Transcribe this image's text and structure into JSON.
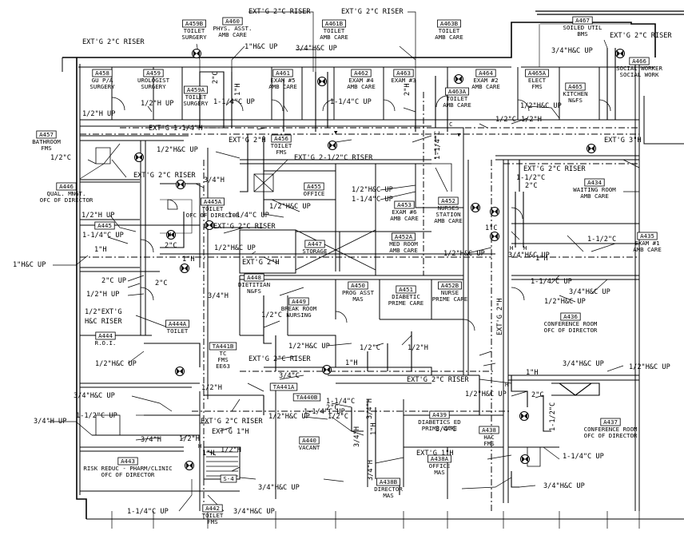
{
  "rooms": [
    {
      "id": "room-a458",
      "tag": "A458",
      "l1": "GU P/A",
      "l2": "SURGERY"
    },
    {
      "id": "room-a459",
      "tag": "A459",
      "l1": "UROLOGIST",
      "l2": "SURGERY"
    },
    {
      "id": "room-a459a",
      "tag": "A459A",
      "l1": "TOILET",
      "l2": "SURGERY"
    },
    {
      "id": "room-a459b",
      "tag": "A459B",
      "l1": "TOILET",
      "l2": "SURGERY"
    },
    {
      "id": "room-a460",
      "tag": "A460",
      "l1": "PHYS. ASST.",
      "l2": "AMB CARE"
    },
    {
      "id": "room-a461",
      "tag": "A461",
      "l1": "EXAM #5",
      "l2": "AMB CARE"
    },
    {
      "id": "room-a461b",
      "tag": "A461B",
      "l1": "TOILET",
      "l2": "AMB CARE"
    },
    {
      "id": "room-a462",
      "tag": "A462",
      "l1": "EXAM #4",
      "l2": "AMB CARE"
    },
    {
      "id": "room-a463",
      "tag": "A463",
      "l1": "EXAM #3",
      "l2": ""
    },
    {
      "id": "room-a463a",
      "tag": "A463A",
      "l1": "TOILET",
      "l2": "AMB CARE"
    },
    {
      "id": "room-a463b",
      "tag": "A463B",
      "l1": "TOILET",
      "l2": "AMB CARE"
    },
    {
      "id": "room-a464",
      "tag": "A464",
      "l1": "EXAM #2",
      "l2": "AMB CARE"
    },
    {
      "id": "room-a465a",
      "tag": "A465A",
      "l1": "ELECT",
      "l2": "FMS"
    },
    {
      "id": "room-a465",
      "tag": "A465",
      "l1": "KITCHEN",
      "l2": "N&FS"
    },
    {
      "id": "room-a466",
      "tag": "A466",
      "l1": "SOCIAL WORKER",
      "l2": "SOCIAL WORK"
    },
    {
      "id": "room-a467",
      "tag": "A467",
      "l1": "SOILED UTIL",
      "l2": "BMS"
    },
    {
      "id": "room-a457",
      "tag": "A457",
      "l1": "BATHROOM",
      "l2": "FMS"
    },
    {
      "id": "room-a456",
      "tag": "A456",
      "l1": "TOILET",
      "l2": "FMS"
    },
    {
      "id": "room-a455",
      "tag": "A455",
      "l1": "OFFICE",
      "l2": ""
    },
    {
      "id": "room-a446",
      "tag": "A446",
      "l1": "QUAL. MNGT.",
      "l2": "OFC OF DIRECTOR"
    },
    {
      "id": "room-a445a",
      "tag": "A445A",
      "l1": "TOILET",
      "l2": "OFC OF DIRECTOR"
    },
    {
      "id": "room-a445",
      "tag": "A445",
      "l1": "",
      "l2": ""
    },
    {
      "id": "room-a447",
      "tag": "A447",
      "l1": "STORAGE",
      "l2": ""
    },
    {
      "id": "room-a453",
      "tag": "A453",
      "l1": "EXAM #6",
      "l2": "AMB CARE"
    },
    {
      "id": "room-a452",
      "tag": "A452",
      "l1": "NURSES",
      "l2": "STATION",
      "l3": "AMB CARE"
    },
    {
      "id": "room-a452a",
      "tag": "A452A",
      "l1": "MED ROOM",
      "l2": "AMB CARE"
    },
    {
      "id": "room-a434",
      "tag": "A434",
      "l1": "WAITING ROOM",
      "l2": "AMB CARE"
    },
    {
      "id": "room-a435",
      "tag": "A435",
      "l1": "EXAM #1",
      "l2": "AMB CARE"
    },
    {
      "id": "room-a448",
      "tag": "A448",
      "l1": "DIETITIAN",
      "l2": "N&FS"
    },
    {
      "id": "room-a449",
      "tag": "A449",
      "l1": "BREAK ROOM",
      "l2": "NURSING"
    },
    {
      "id": "room-a450",
      "tag": "A450",
      "l1": "PROG ASST",
      "l2": "MAS"
    },
    {
      "id": "room-a451",
      "tag": "A451",
      "l1": "DIABETIC",
      "l2": "PRIME CARE"
    },
    {
      "id": "room-a452b",
      "tag": "A452B",
      "l1": "NURSE",
      "l2": "PRIME CARE"
    },
    {
      "id": "room-a444",
      "tag": "A444",
      "l1": "R.O.I.",
      "l2": ""
    },
    {
      "id": "room-a444a",
      "tag": "A444A",
      "l1": "TOILET",
      "l2": ""
    },
    {
      "id": "room-ta441b",
      "tag": "TA441B",
      "l1": "TC",
      "l2": "FMS",
      "l3": "EE63"
    },
    {
      "id": "room-ta441a",
      "tag": "TA441A",
      "l1": "",
      "l2": ""
    },
    {
      "id": "room-ta440b",
      "tag": "TA440B",
      "l1": "",
      "l2": ""
    },
    {
      "id": "room-a436",
      "tag": "A436",
      "l1": "CONFERENCE ROOM",
      "l2": "OFC OF DIRECTOR"
    },
    {
      "id": "room-a439",
      "tag": "A439",
      "l1": "DIABETICS ED",
      "l2": "PRIME CARE"
    },
    {
      "id": "room-a440",
      "tag": "A440",
      "l1": "VACANT",
      "l2": ""
    },
    {
      "id": "room-a438",
      "tag": "A438",
      "l1": "HAC",
      "l2": "FMS"
    },
    {
      "id": "room-a438a",
      "tag": "A438A",
      "l1": "OFFICE",
      "l2": "MAS"
    },
    {
      "id": "room-a438b",
      "tag": "A438B",
      "l1": "DIRECTOR",
      "l2": "MAS"
    },
    {
      "id": "room-a437",
      "tag": "A437",
      "l1": "CONFERENCE ROOM",
      "l2": "OFC OF DIRECTOR"
    },
    {
      "id": "room-a443",
      "tag": "A443",
      "l1": "RISK REDUC - PHARM/CLINIC",
      "l2": "OFC OF DIRECTOR"
    },
    {
      "id": "room-a442",
      "tag": "A442",
      "l1": "TOILET",
      "l2": "FMS"
    },
    {
      "id": "room-s4",
      "tag": "S-4",
      "l1": "",
      "l2": ""
    }
  ],
  "annotations": [
    {
      "id": "a1",
      "text": "EXT'G 2\"C RISER"
    },
    {
      "id": "a2",
      "text": "EXT'G 2\"C RISER"
    },
    {
      "id": "a3",
      "text": "EXT'G 2\"C RISER"
    },
    {
      "id": "a4",
      "text": "EXT'G 2\"C RISER"
    },
    {
      "id": "a5",
      "text": "1\"H&C UP"
    },
    {
      "id": "a6",
      "text": "3/4\"H&C UP"
    },
    {
      "id": "a7",
      "text": "3/4\"H&C UP"
    },
    {
      "id": "a8",
      "text": "2\"C"
    },
    {
      "id": "a9",
      "text": "1-1/4\"C UP"
    },
    {
      "id": "a10",
      "text": "1-1/4\"C UP"
    },
    {
      "id": "a11",
      "text": "1/2\"H UP"
    },
    {
      "id": "a12",
      "text": "EXT'G 1-1/4\"H"
    },
    {
      "id": "a13",
      "text": "1\"H"
    },
    {
      "id": "a14",
      "text": "1/2\"H UP"
    },
    {
      "id": "a15",
      "text": "EXT'G 2\"H"
    },
    {
      "id": "a16",
      "text": "1/2\"C"
    },
    {
      "id": "a17",
      "text": "1/2\"H"
    },
    {
      "id": "a18",
      "text": "1/2\"H&C UP"
    },
    {
      "id": "a19",
      "text": "EXT'G 3\"H"
    },
    {
      "id": "a20",
      "text": "2\"H"
    },
    {
      "id": "a21",
      "text": "1/2\"H&C UP"
    },
    {
      "id": "a22",
      "text": "1/2\"H&C UP"
    },
    {
      "id": "a23",
      "text": "1/2\"C"
    },
    {
      "id": "a24",
      "text": "EXT'G 2\"C RISER"
    },
    {
      "id": "a25",
      "text": "EXT'G 2-1/2\"C RISER"
    },
    {
      "id": "a26",
      "text": "EXT'G 2\"C RISER"
    },
    {
      "id": "a27",
      "text": "3/4\"H"
    },
    {
      "id": "a28",
      "text": "1/2\"H&C UP"
    },
    {
      "id": "a29",
      "text": "1-1/4\"C UP"
    },
    {
      "id": "a30",
      "text": "1/2\"H&C UP"
    },
    {
      "id": "a31",
      "text": "1-1/4\"C UP"
    },
    {
      "id": "a32",
      "text": "1/2\"H UP"
    },
    {
      "id": "a33",
      "text": "1-1/4\"C UP"
    },
    {
      "id": "a34",
      "text": "EXT'G 2\"C RISER"
    },
    {
      "id": "a35",
      "text": "2\"C"
    },
    {
      "id": "a36",
      "text": "1/2\"H&C UP"
    },
    {
      "id": "a37",
      "text": "1\"H"
    },
    {
      "id": "a38",
      "text": "EXT'G 2\"H"
    },
    {
      "id": "a39",
      "text": "1\"H&C UP"
    },
    {
      "id": "a40",
      "text": "1\"H"
    },
    {
      "id": "a41",
      "text": "2\"C UP"
    },
    {
      "id": "a42",
      "text": "2\"C"
    },
    {
      "id": "a43",
      "text": "1/2\"H UP"
    },
    {
      "id": "a44",
      "text": "1\"C"
    },
    {
      "id": "a45",
      "text": "2\"C"
    },
    {
      "id": "a46",
      "text": "3/4\"H&C UP"
    },
    {
      "id": "a47",
      "text": "1\"H"
    },
    {
      "id": "a48",
      "text": "1-1/2\"C"
    },
    {
      "id": "a49",
      "text": "1-1/4\"C UP"
    },
    {
      "id": "a50",
      "text": "3/4\"H&C UP"
    },
    {
      "id": "a51",
      "text": "1/2\"H&C UP"
    },
    {
      "id": "a52",
      "text": "3/4\"H"
    },
    {
      "id": "a53",
      "text": "1/2\"C"
    },
    {
      "id": "a54",
      "text": "1/2\"EXT'G"
    },
    {
      "id": "a55",
      "text": "H&C RISER"
    },
    {
      "id": "a56",
      "text": "1/2\"H&C UP"
    },
    {
      "id": "a57",
      "text": "1/2\"H&C UP"
    },
    {
      "id": "a58",
      "text": "1/2\"C"
    },
    {
      "id": "a59",
      "text": "1/2\"H"
    },
    {
      "id": "a60",
      "text": "EXT'G 2\"C RISER"
    },
    {
      "id": "a61",
      "text": "1\"H"
    },
    {
      "id": "a62",
      "text": "3/4\"C"
    },
    {
      "id": "a63",
      "text": "1/2\"H"
    },
    {
      "id": "a64",
      "text": "1/2\"H&C UP"
    },
    {
      "id": "a65",
      "text": "1\"H"
    },
    {
      "id": "a66",
      "text": "3/4\"H&C UP"
    },
    {
      "id": "a67",
      "text": "1/2\"H&C UP"
    },
    {
      "id": "a68",
      "text": "2\"C"
    },
    {
      "id": "a69",
      "text": "3/4\"H&C UP"
    },
    {
      "id": "a70",
      "text": "3/4\"H UP"
    },
    {
      "id": "a71",
      "text": "1-1/2\"C UP"
    },
    {
      "id": "a72",
      "text": "3/4\"H"
    },
    {
      "id": "a73",
      "text": "1/2\"H"
    },
    {
      "id": "a74",
      "text": "EXT'G 2\"C RISER"
    },
    {
      "id": "a75",
      "text": "EXT'G 1\"H"
    },
    {
      "id": "a76",
      "text": "1\"H"
    },
    {
      "id": "a77",
      "text": "1/2\"H&C UP"
    },
    {
      "id": "a78",
      "text": "1-1/4\"C UP"
    },
    {
      "id": "a79",
      "text": "2\"C"
    },
    {
      "id": "a80",
      "text": "EXT'G 2\"C RISER"
    },
    {
      "id": "a81",
      "text": "EXT'G 1\"H"
    },
    {
      "id": "a82",
      "text": "1-1/4\"C UP"
    },
    {
      "id": "a83",
      "text": "3/4\"H&C UP"
    },
    {
      "id": "a84",
      "text": "3/4\"H"
    },
    {
      "id": "a85",
      "text": "3/4\"H&C UP"
    },
    {
      "id": "a86",
      "text": "1-1/4\"C UP"
    },
    {
      "id": "a87",
      "text": "3/4\"H&C UP"
    },
    {
      "id": "a88",
      "text": "1/2\"H"
    },
    {
      "id": "a89",
      "text": "1-1/2\"C"
    },
    {
      "id": "a90",
      "text": "1-1/4\"C"
    },
    {
      "id": "a91",
      "text": "3/4\"H"
    },
    {
      "id": "a92",
      "text": "EXT'G 2\"H"
    },
    {
      "id": "a93",
      "text": "1-1/2\"C"
    },
    {
      "id": "a94",
      "text": "3/4\"C"
    },
    {
      "id": "a95",
      "text": "3/4\"H"
    },
    {
      "id": "a96",
      "text": "1/2\"C"
    },
    {
      "id": "a97",
      "text": "1\"H"
    },
    {
      "id": "a98",
      "text": "1-1/4\"C"
    }
  ]
}
